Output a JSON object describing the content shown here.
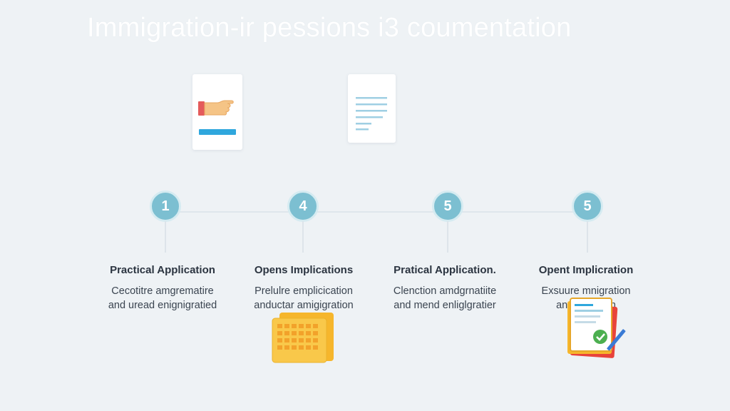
{
  "header": {
    "title": "Immigration-ir pessions i3 coumentation"
  },
  "icons": {
    "card1": "hand-document-icon",
    "card2": "text-document-icon",
    "calendar": "calendar-icon",
    "checklist": "checklist-document-icon"
  },
  "colors": {
    "background": "#eef2f5",
    "node": "#7cbfd1",
    "accent_blue": "#2fa7dd",
    "calendar": "#f8c23a",
    "check_green": "#4caf50"
  },
  "steps": [
    {
      "number": "1",
      "title": "Practical Application",
      "desc_line1": "Cecotitre amgrematire",
      "desc_line2": "and uread enignigratied"
    },
    {
      "number": "4",
      "title": "Opens Implications",
      "desc_line1": "Prelulre emplicication",
      "desc_line2": "anductar amigigration"
    },
    {
      "number": "5",
      "title": "Pratical Application.",
      "desc_line1": "Clenction amdgrnatiite",
      "desc_line2": "and mend enliglgratier"
    },
    {
      "number": "5",
      "title": "Opent Implicration",
      "desc_line1": "Exsuure mnigration",
      "desc_line2": "and m...ation"
    }
  ]
}
